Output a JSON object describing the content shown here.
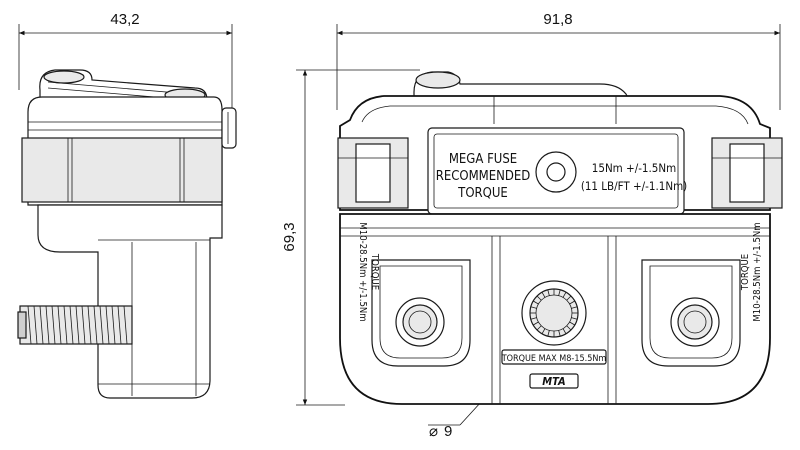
{
  "dimensions": {
    "side_width": "43,2",
    "front_width": "91,8",
    "height": "69,3",
    "bore_diameter": "9"
  },
  "symbols": {
    "diameter": "⌀"
  },
  "labels": {
    "center_plate_left": [
      "MEGA FUSE",
      "RECOMMENDED",
      "TORQUE"
    ],
    "center_plate_right_1": "15Nm +/-1.5Nm",
    "center_plate_right_2": "(11 LB/FT +/-1.1Nm)",
    "left_terminal_line_1": "TORQUE",
    "left_terminal_line_2": "M10-28.5Nm +/-1.5Nm",
    "right_terminal_line_1": "TORQUE",
    "right_terminal_line_2": "M10-28.5Nm +/-1.5Nm",
    "center_terminal": "TORQUE MAX M8-15.5Nm",
    "logo": "MTA"
  }
}
